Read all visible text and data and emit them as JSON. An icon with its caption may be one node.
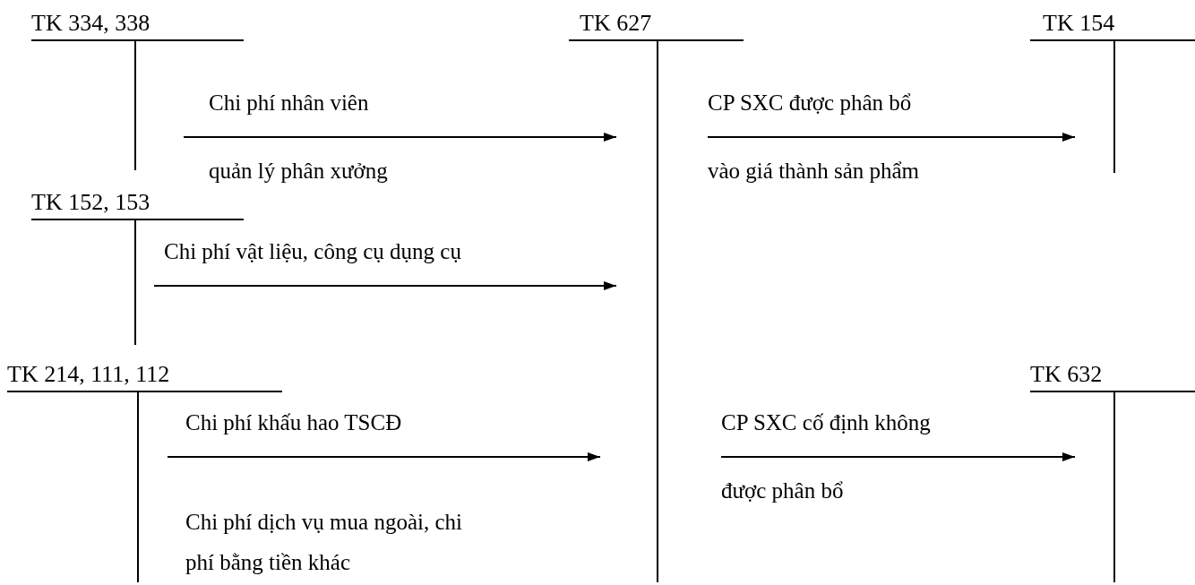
{
  "diagram": {
    "nodes": [
      {
        "text": [
          "TK 334, 338"
        ]
      },
      {
        "text": [
          "TK 627"
        ]
      },
      {
        "text": [
          "TK 154"
        ]
      },
      {
        "text": [
          "TK 152, 153"
        ]
      },
      {
        "text": [
          "TK 214, 111, 112"
        ]
      },
      {
        "text": [
          "TK 632"
        ]
      }
    ],
    "edges": [
      {
        "from": 0,
        "to": 1,
        "arrow": "to",
        "label": "Chi phí nhân viên quản lý phân xưởng"
      },
      {
        "from": 3,
        "to": 1,
        "arrow": "to",
        "label": "Chi phí vật liệu, công cụ dụng cụ"
      },
      {
        "from": 4,
        "to": 1,
        "arrow": "to",
        "label": "Chi phí khấu hao TSCĐ"
      },
      {
        "from": 1,
        "to": 2,
        "arrow": "to",
        "label": "CP SXC được phân bổ vào giá thành sản phẩm"
      },
      {
        "from": 1,
        "to": 5,
        "arrow": "to",
        "label": "CP SXC cố định không được phân bổ"
      }
    ],
    "labels": [
      "Chi phí dịch vụ mua ngoài, chi phí bằng tiền khác"
    ]
  }
}
